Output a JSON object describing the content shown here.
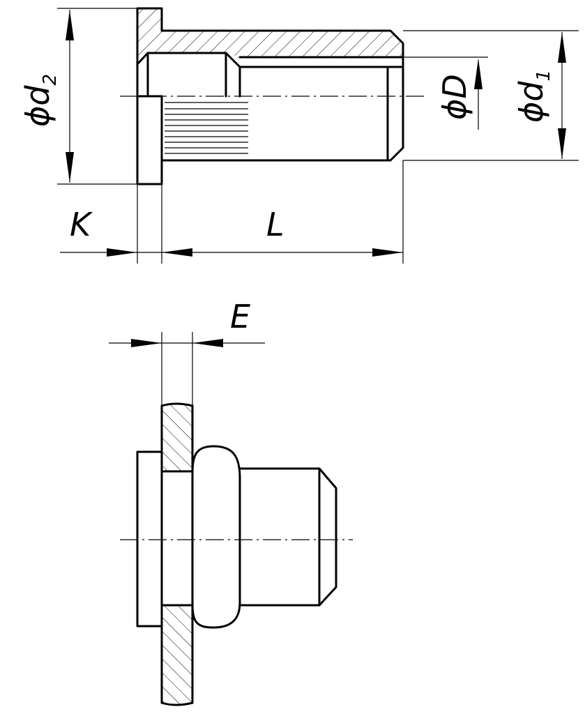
{
  "dimensions": {
    "d2": {
      "symbol": "ϕd",
      "subscript": "2"
    },
    "D": {
      "symbol": "ϕD",
      "subscript": ""
    },
    "d1": {
      "symbol": "ϕd",
      "subscript": "1"
    },
    "K": "K",
    "L": "L",
    "E": "E"
  },
  "colors": {
    "line": "#000000",
    "background": "#ffffff"
  }
}
